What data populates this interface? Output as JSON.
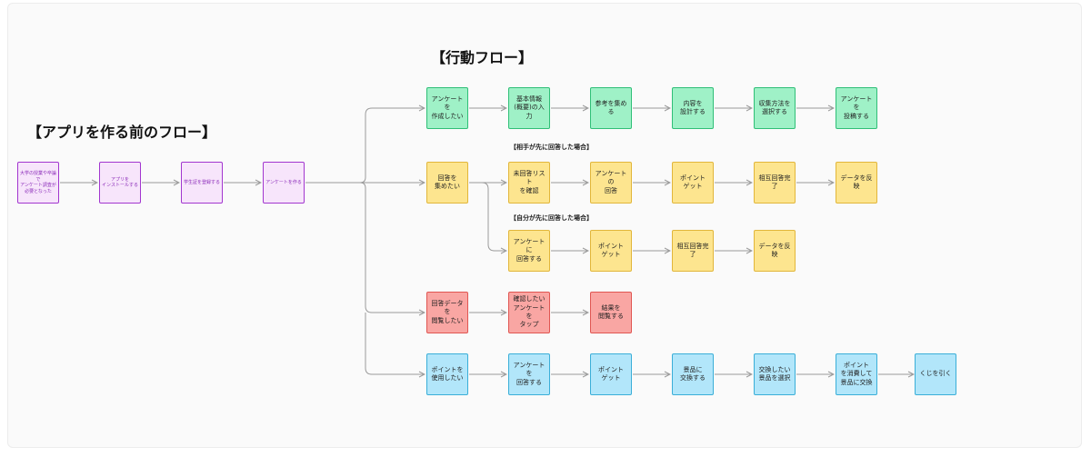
{
  "titles": {
    "pre_app_flow": "【アプリを作る前のフロー】",
    "action_flow": "【行動フロー】"
  },
  "notes": {
    "other_answered_first": "【相手が先に回答した場合】",
    "self_answered_first": "【自分が先に回答した場合】"
  },
  "colors": {
    "pre_flow": "#a236cf",
    "create_survey": "#2fbf77",
    "collect_answers": "#e2b63a",
    "view_answers": "#e05652",
    "use_points": "#3aaed8",
    "connector": "#9a9a9a"
  },
  "nodes": {
    "pre": [
      "大学の授業や卒論で\nアンケート調査が\n必要となった",
      "アプリを\nインストールする",
      "学生証を登録する",
      "アンケートを作る"
    ],
    "create": [
      "アンケートを\n作成したい",
      "基本情報\n(概要)の入力",
      "参考を集める",
      "内容を\n設計する",
      "収集方法を\n選択する",
      "アンケートを\n投稿する"
    ],
    "collect_entry": "回答を\n集めたい",
    "collect_a": [
      "未回答リスト\nを確認",
      "アンケートの\n回答",
      "ポイント\nゲット",
      "相互回答完了",
      "データを反映"
    ],
    "collect_b": [
      "アンケートに\n回答する",
      "ポイント\nゲット",
      "相互回答完了",
      "データを反映"
    ],
    "view": [
      "回答データを\n閲覧したい",
      "確認したい\nアンケートを\nタップ",
      "結果を\n閲覧する"
    ],
    "points": [
      "ポイントを\n使用したい",
      "アンケートを\n回答する",
      "ポイント\nゲット",
      "景品に\n交換する",
      "交換したい\n景品を選択",
      "ポイント\nを消費して\n景品に交換",
      "くじを引く"
    ]
  }
}
